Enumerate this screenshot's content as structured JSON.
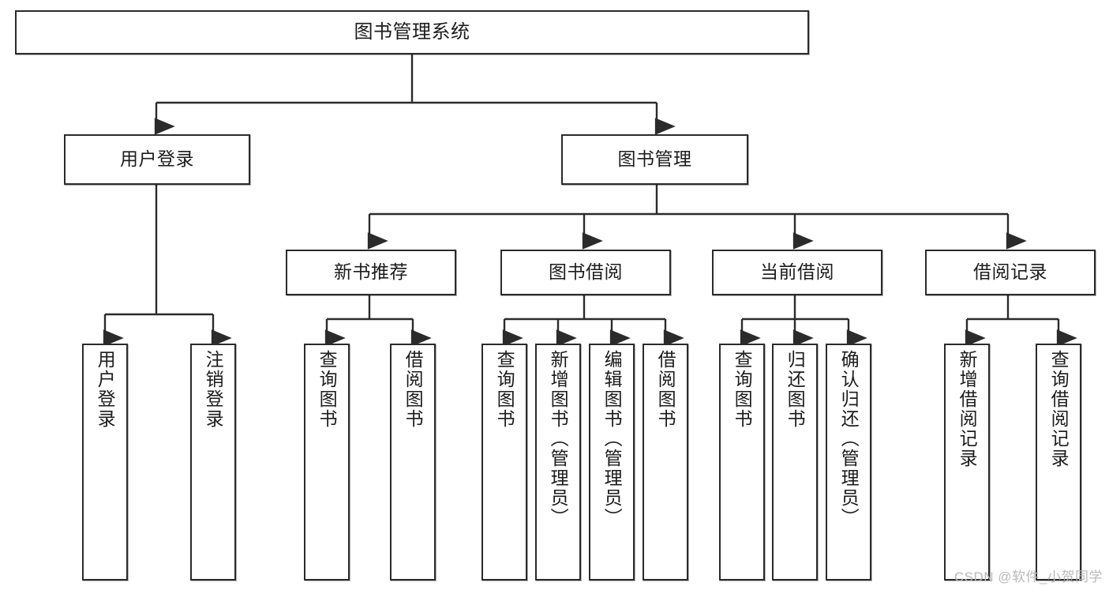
{
  "diagram": {
    "title_label": "图书管理系统",
    "watermark": "CSDN @软件_小贺同学",
    "colors": {
      "stroke": "#2b2b2b",
      "fill": "#ffffff",
      "text": "#1c1c1c",
      "watermark": "#b9b9b9"
    },
    "root": {
      "label": "图书管理系统"
    },
    "branches": [
      {
        "label": "用户登录"
      },
      {
        "label": "图书管理"
      }
    ],
    "subbranches": [
      {
        "label": "新书推荐"
      },
      {
        "label": "图书借阅"
      },
      {
        "label": "当前借阅"
      },
      {
        "label": "借阅记录"
      }
    ],
    "leaves": {
      "user_login": [
        {
          "label": "用户登录"
        },
        {
          "label": "注销登录"
        }
      ],
      "new_book_recommend": [
        {
          "label": "查询图书"
        },
        {
          "label": "借阅图书"
        }
      ],
      "book_borrow": [
        {
          "label": "查询图书"
        },
        {
          "label": "新增图书（管理员）"
        },
        {
          "label": "编辑图书（管理员）"
        },
        {
          "label": "借阅图书"
        }
      ],
      "current_borrow": [
        {
          "label": "查询图书"
        },
        {
          "label": "归还图书"
        },
        {
          "label": "确认归还（管理员）"
        }
      ],
      "borrow_records": [
        {
          "label": "新增借阅记录"
        },
        {
          "label": "查询借阅记录"
        }
      ]
    }
  }
}
